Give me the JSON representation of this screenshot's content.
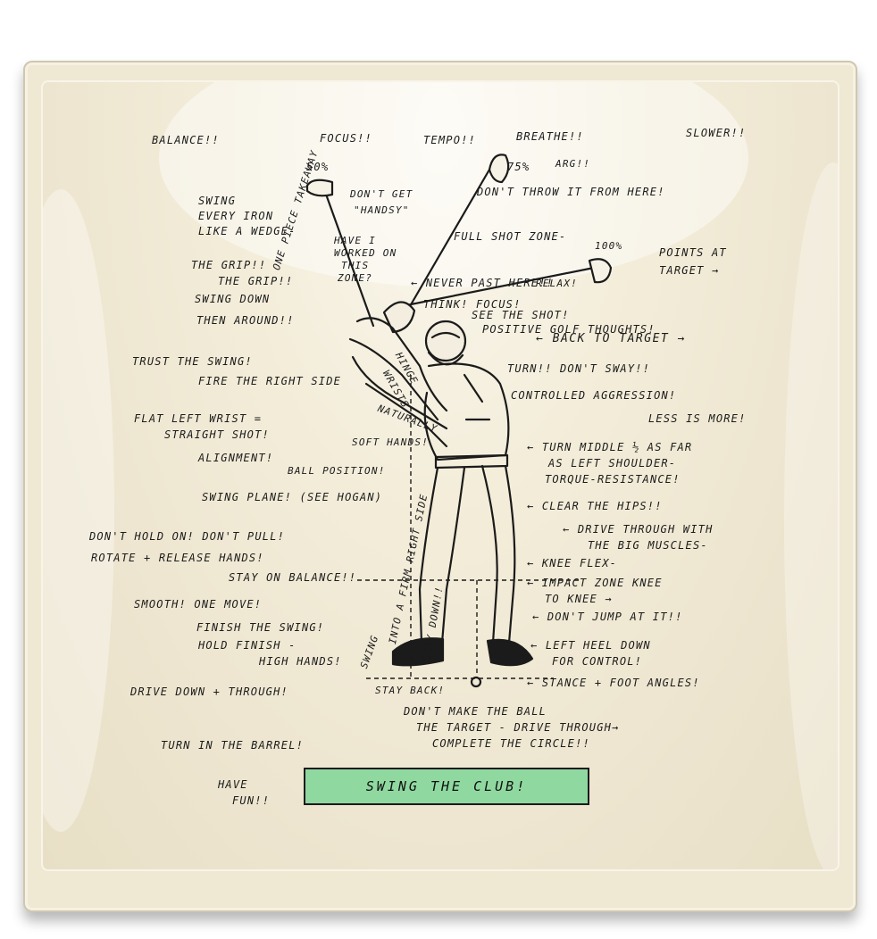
{
  "plate": {
    "banner": "SWING THE CLUB!"
  },
  "notes": [
    {
      "id": "balance",
      "text": "BALANCE!!"
    },
    {
      "id": "focus",
      "text": "FOCUS!!"
    },
    {
      "id": "tempo",
      "text": "TEMPO!!"
    },
    {
      "id": "breathe",
      "text": "BREATHE!!"
    },
    {
      "id": "slower",
      "text": "SLOWER!!"
    },
    {
      "id": "pct50",
      "text": "50%"
    },
    {
      "id": "pct75",
      "text": "75%"
    },
    {
      "id": "arg",
      "text": "ARG!!"
    },
    {
      "id": "pct100",
      "text": "100%"
    },
    {
      "id": "swing-every-iron",
      "text": "SWING"
    },
    {
      "id": "swing-every-iron-2",
      "text": "EVERY IRON"
    },
    {
      "id": "swing-every-iron-3",
      "text": "LIKE A WEDGE-"
    },
    {
      "id": "dont-get-handsy",
      "text": "DON'T GET"
    },
    {
      "id": "dont-get-handsy-2",
      "text": "\"HANDSY\""
    },
    {
      "id": "dont-throw",
      "text": "DON'T THROW IT FROM HERE!"
    },
    {
      "id": "have-i-worked",
      "text": "HAVE I"
    },
    {
      "id": "have-i-worked-2",
      "text": "WORKED ON"
    },
    {
      "id": "have-i-worked-3",
      "text": "THIS"
    },
    {
      "id": "have-i-worked-4",
      "text": "ZONE?"
    },
    {
      "id": "full-shot-zone",
      "text": "FULL SHOT ZONE-"
    },
    {
      "id": "points-at-target",
      "text": "POINTS AT"
    },
    {
      "id": "points-at-target-2",
      "text": "TARGET →"
    },
    {
      "id": "the-grip",
      "text": "THE GRIP!!"
    },
    {
      "id": "the-grip-2",
      "text": "THE GRIP!!"
    },
    {
      "id": "swing-down",
      "text": "SWING DOWN"
    },
    {
      "id": "swing-down-2",
      "text": "THEN AROUND!!"
    },
    {
      "id": "never-past",
      "text": "← NEVER PAST HERE!!"
    },
    {
      "id": "relax",
      "text": "RELAX!"
    },
    {
      "id": "think-focus",
      "text": "THINK! FOCUS!"
    },
    {
      "id": "see-the-shot",
      "text": "SEE THE SHOT!"
    },
    {
      "id": "positive-golf",
      "text": "POSITIVE GOLF THOUGHTS!"
    },
    {
      "id": "one-piece",
      "text": "ONE PIECE TAKEAWAY"
    },
    {
      "id": "back-to-target",
      "text": "← BACK TO TARGET →"
    },
    {
      "id": "trust-the-swing",
      "text": "TRUST THE SWING!"
    },
    {
      "id": "fire-right-side",
      "text": "FIRE THE RIGHT SIDE"
    },
    {
      "id": "hinge",
      "text": "HINGE"
    },
    {
      "id": "wrists",
      "text": "WRISTS"
    },
    {
      "id": "naturally",
      "text": "NATURALLY"
    },
    {
      "id": "turn-dont-sway",
      "text": "TURN!! DON'T SWAY!!"
    },
    {
      "id": "controlled",
      "text": "CONTROLLED AGGRESSION!"
    },
    {
      "id": "less-is-more",
      "text": "LESS IS MORE!"
    },
    {
      "id": "flat-left-wrist",
      "text": "FLAT LEFT WRIST ="
    },
    {
      "id": "flat-left-wrist-2",
      "text": "STRAIGHT SHOT!"
    },
    {
      "id": "soft-hands",
      "text": "SOFT HANDS!"
    },
    {
      "id": "turn-middle",
      "text": "← TURN MIDDLE ½ AS FAR"
    },
    {
      "id": "turn-middle-2",
      "text": "AS LEFT SHOULDER-"
    },
    {
      "id": "turn-middle-3",
      "text": "TORQUE-RESISTANCE!"
    },
    {
      "id": "alignment",
      "text": "ALIGNMENT!"
    },
    {
      "id": "ball-position",
      "text": "BALL POSITION!"
    },
    {
      "id": "swing-plane",
      "text": "SWING PLANE! (SEE HOGAN)"
    },
    {
      "id": "clear-the-hips",
      "text": "← CLEAR THE HIPS!!"
    },
    {
      "id": "dont-hold-on",
      "text": "DON'T HOLD ON! DON'T PULL!"
    },
    {
      "id": "rotate-release",
      "text": "ROTATE + RELEASE HANDS!"
    },
    {
      "id": "drive-through",
      "text": "← DRIVE THROUGH WITH"
    },
    {
      "id": "drive-through-2",
      "text": "THE BIG MUSCLES-"
    },
    {
      "id": "into-firm",
      "text": "INTO A FIRM RIGHT SIDE"
    },
    {
      "id": "knee-flex",
      "text": "← KNEE FLEX-"
    },
    {
      "id": "stay-on-balance",
      "text": "STAY ON BALANCE!!"
    },
    {
      "id": "impact-zone",
      "text": "← IMPACT ZONE KNEE"
    },
    {
      "id": "impact-zone-2",
      "text": "TO KNEE →"
    },
    {
      "id": "smooth",
      "text": "SMOOTH! ONE MOVE!"
    },
    {
      "id": "dont-jump",
      "text": "← DON'T JUMP AT IT!!"
    },
    {
      "id": "finish-swing",
      "text": "FINISH THE SWING!"
    },
    {
      "id": "hold-finish",
      "text": "HOLD FINISH -"
    },
    {
      "id": "hold-finish-2",
      "text": "HIGH HANDS!"
    },
    {
      "id": "swing",
      "text": "SWING"
    },
    {
      "id": "stay-down",
      "text": "STAY DOWN!!"
    },
    {
      "id": "left-heel",
      "text": "← LEFT HEEL DOWN"
    },
    {
      "id": "left-heel-2",
      "text": "FOR CONTROL!"
    },
    {
      "id": "drive-down",
      "text": "DRIVE DOWN + THROUGH!"
    },
    {
      "id": "stay-back",
      "text": "STAY BACK!"
    },
    {
      "id": "stance",
      "text": "← STANCE + FOOT ANGLES!"
    },
    {
      "id": "dont-make-ball",
      "text": "DON'T MAKE THE BALL"
    },
    {
      "id": "dont-make-ball-2",
      "text": "THE TARGET - DRIVE THROUGH→"
    },
    {
      "id": "dont-make-ball-3",
      "text": "COMPLETE THE CIRCLE!!"
    },
    {
      "id": "turn-barrel",
      "text": "TURN IN THE BARREL!"
    },
    {
      "id": "have-fun",
      "text": "HAVE"
    },
    {
      "id": "have-fun-2",
      "text": "FUN!!"
    }
  ]
}
